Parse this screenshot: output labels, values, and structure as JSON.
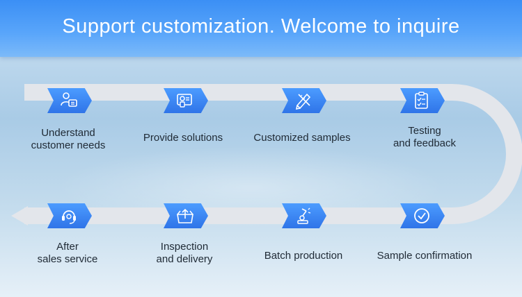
{
  "title": "Support customization. Welcome to inquire",
  "steps": [
    {
      "label_lines": [
        "Understand",
        "customer needs"
      ],
      "icon": "customer-id-icon"
    },
    {
      "label_lines": [
        "Provide solutions"
      ],
      "icon": "solution-card-icon"
    },
    {
      "label_lines": [
        "Customized samples"
      ],
      "icon": "pencil-ruler-icon"
    },
    {
      "label_lines": [
        "Testing",
        "and feedback"
      ],
      "icon": "clipboard-checklist-icon"
    },
    {
      "label_lines": [
        "Sample confirmation"
      ],
      "icon": "check-circle-icon"
    },
    {
      "label_lines": [
        "Batch production"
      ],
      "icon": "robot-arm-icon"
    },
    {
      "label_lines": [
        "Inspection",
        "and delivery"
      ],
      "icon": "open-box-icon"
    },
    {
      "label_lines": [
        "After",
        "sales service"
      ],
      "icon": "headset-support-icon"
    }
  ],
  "colors": {
    "banner": "#4a9cf8",
    "chevron": "#3a82f0",
    "track": "#e2e6ec"
  }
}
